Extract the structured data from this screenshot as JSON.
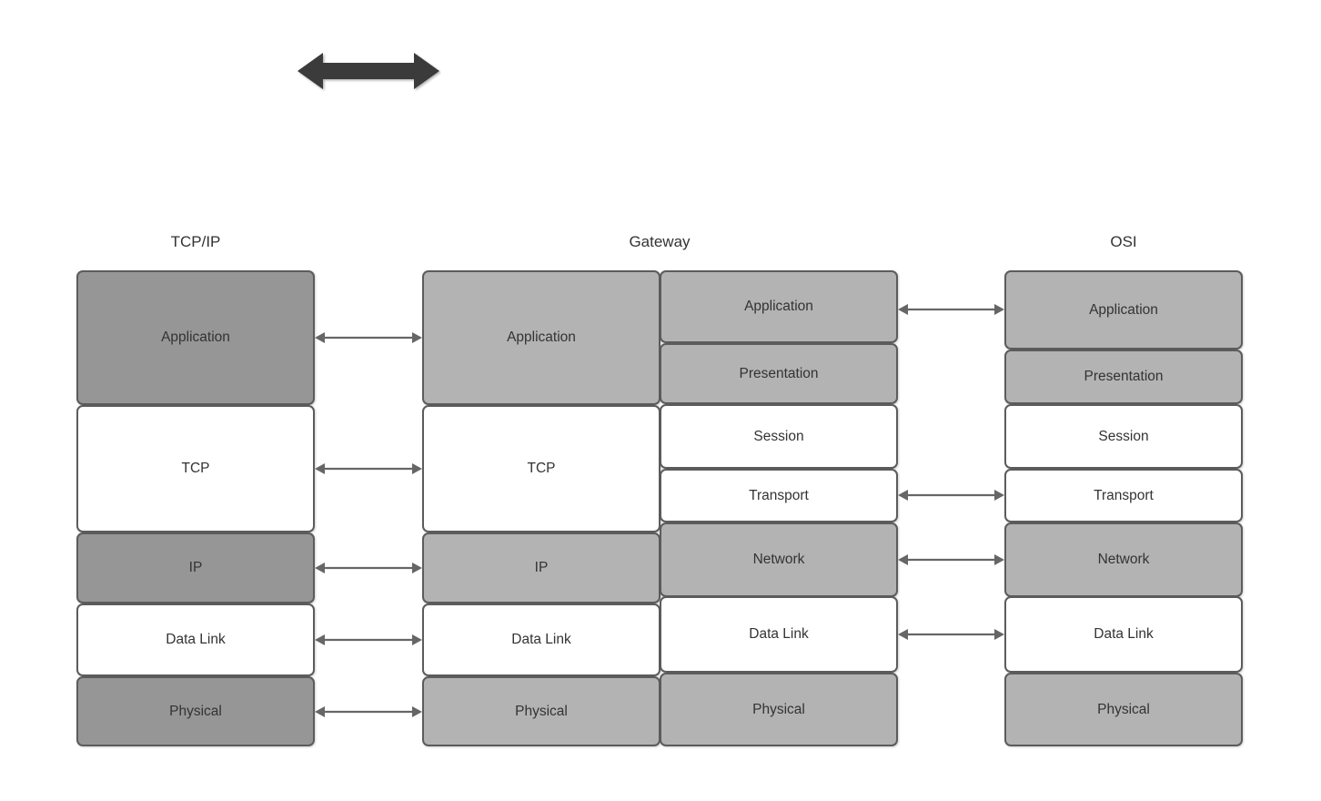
{
  "diagram": {
    "title_top_arrow": "bidirectional-arrow",
    "colors": {
      "dark_gray": "#969696",
      "light_gray": "#b3b3b3",
      "white": "#ffffff",
      "border": "#5c5c5c",
      "text": "#333333",
      "arrow": "#666666",
      "big_arrow": "#3a3a3a"
    },
    "columns": [
      {
        "id": "tcpip",
        "title": "TCP/IP",
        "layers": [
          {
            "label": "Application",
            "fill": "dark"
          },
          {
            "label": "TCP",
            "fill": "white"
          },
          {
            "label": "IP",
            "fill": "dark"
          },
          {
            "label": "Data Link",
            "fill": "white"
          },
          {
            "label": "Physical",
            "fill": "dark"
          }
        ]
      },
      {
        "id": "gateway",
        "title": "Gateway",
        "left_layers": [
          {
            "label": "Application",
            "fill": "light"
          },
          {
            "label": "TCP",
            "fill": "white"
          },
          {
            "label": "IP",
            "fill": "light"
          },
          {
            "label": "Data Link",
            "fill": "white"
          },
          {
            "label": "Physical",
            "fill": "light"
          }
        ],
        "right_layers": [
          {
            "label": "Application",
            "fill": "light"
          },
          {
            "label": "Presentation",
            "fill": "light"
          },
          {
            "label": "Session",
            "fill": "white"
          },
          {
            "label": "Transport",
            "fill": "white"
          },
          {
            "label": "Network",
            "fill": "light"
          },
          {
            "label": "Data Link",
            "fill": "white"
          },
          {
            "label": "Physical",
            "fill": "light"
          }
        ]
      },
      {
        "id": "osi",
        "title": "OSI",
        "layers": [
          {
            "label": "Application",
            "fill": "light"
          },
          {
            "label": "Presentation",
            "fill": "light"
          },
          {
            "label": "Session",
            "fill": "white"
          },
          {
            "label": "Transport",
            "fill": "white"
          },
          {
            "label": "Network",
            "fill": "light"
          },
          {
            "label": "Data Link",
            "fill": "white"
          },
          {
            "label": "Physical",
            "fill": "light"
          }
        ]
      }
    ],
    "connectors_left": [
      {
        "name": "application",
        "pair": "Application - Application"
      },
      {
        "name": "tcp",
        "pair": "TCP - TCP"
      },
      {
        "name": "ip",
        "pair": "IP - IP"
      },
      {
        "name": "data-link",
        "pair": "Data Link - Data Link"
      },
      {
        "name": "physical",
        "pair": "Physical - Physical"
      }
    ],
    "connectors_right": [
      {
        "name": "application",
        "pair": "Application - Application"
      },
      {
        "name": "transport",
        "pair": "Transport - Transport"
      },
      {
        "name": "network",
        "pair": "Network - Network"
      },
      {
        "name": "data-link",
        "pair": "Data Link - Data Link"
      }
    ]
  }
}
